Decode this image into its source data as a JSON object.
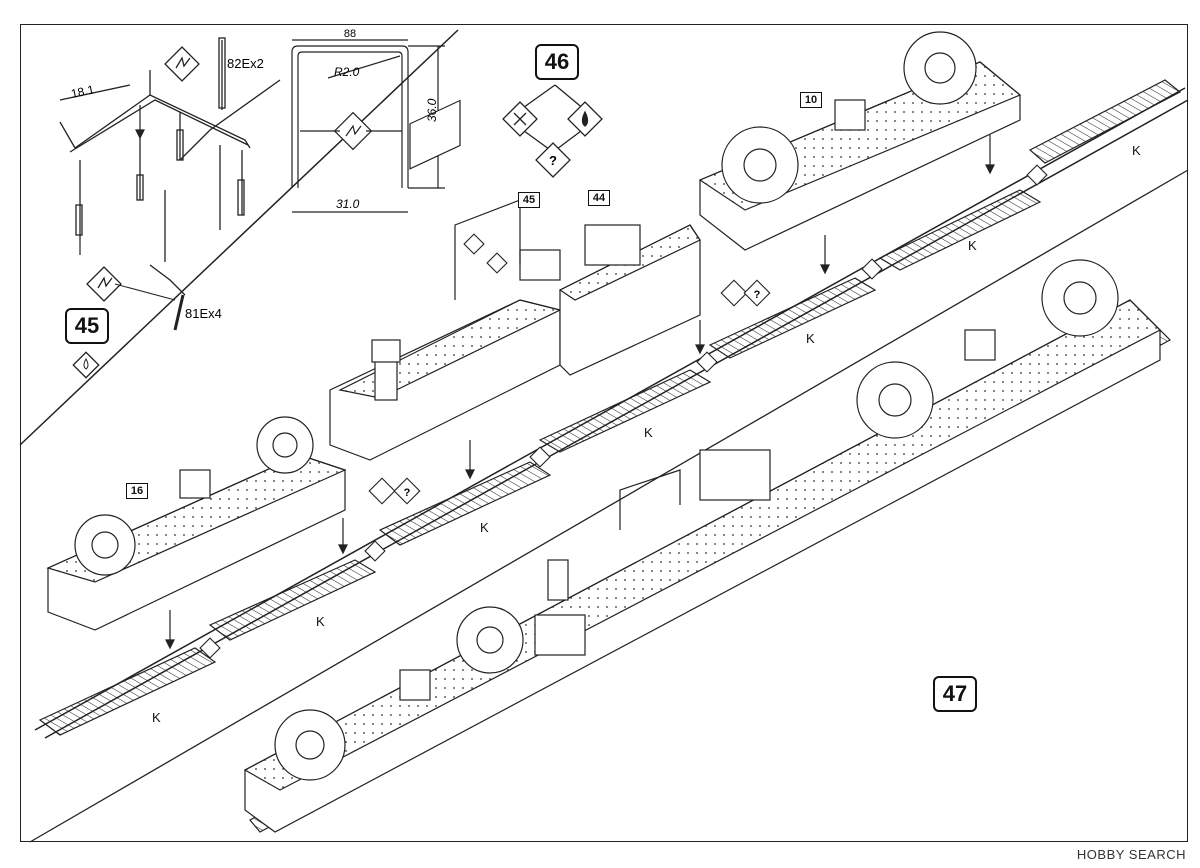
{
  "steps": {
    "step45": "45",
    "step46": "46",
    "step47": "47"
  },
  "parts": {
    "p10": "10",
    "p16": "16",
    "p44": "44",
    "p45": "45"
  },
  "detail": {
    "dim_width": "88",
    "dim_radius": "R2.0",
    "dim_height": "36.0",
    "dim_base": "31.0",
    "dim_span": "18.1",
    "part_82": "82Ex2",
    "part_81": "81Ex4"
  },
  "track_label": "K",
  "symbols": {
    "glue": "glue-icon",
    "bend": "bend-icon",
    "question": "?",
    "cut": "cut-icon"
  },
  "watermark": "HOBBY SEARCH"
}
